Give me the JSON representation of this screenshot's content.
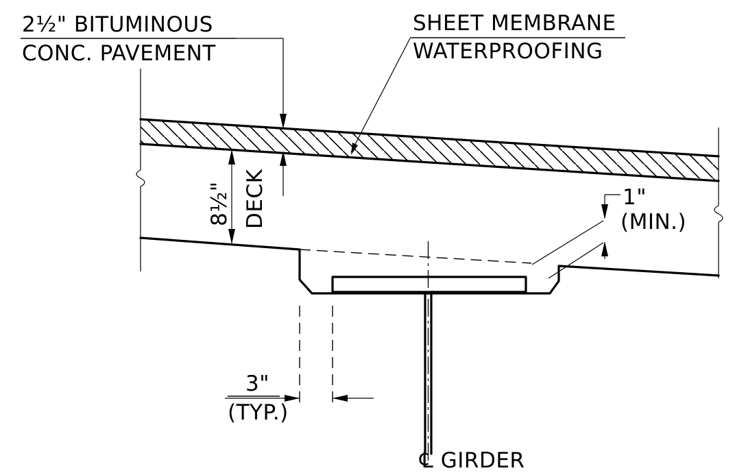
{
  "labels": {
    "pavement_line1": "2½\" BITUMINOUS",
    "pavement_line2": "CONC. PAVEMENT",
    "membrane_line1": "SHEET MEMBRANE",
    "membrane_line2": "WATERPROOFING",
    "deck_value": "8½\"",
    "deck_label": "DECK",
    "haunch_min_value": "1\"",
    "haunch_min_note": "(MIN.)",
    "flange_offset_value": "3\"",
    "flange_offset_note": "(TYP.)",
    "girder_label": "℄ GIRDER"
  }
}
